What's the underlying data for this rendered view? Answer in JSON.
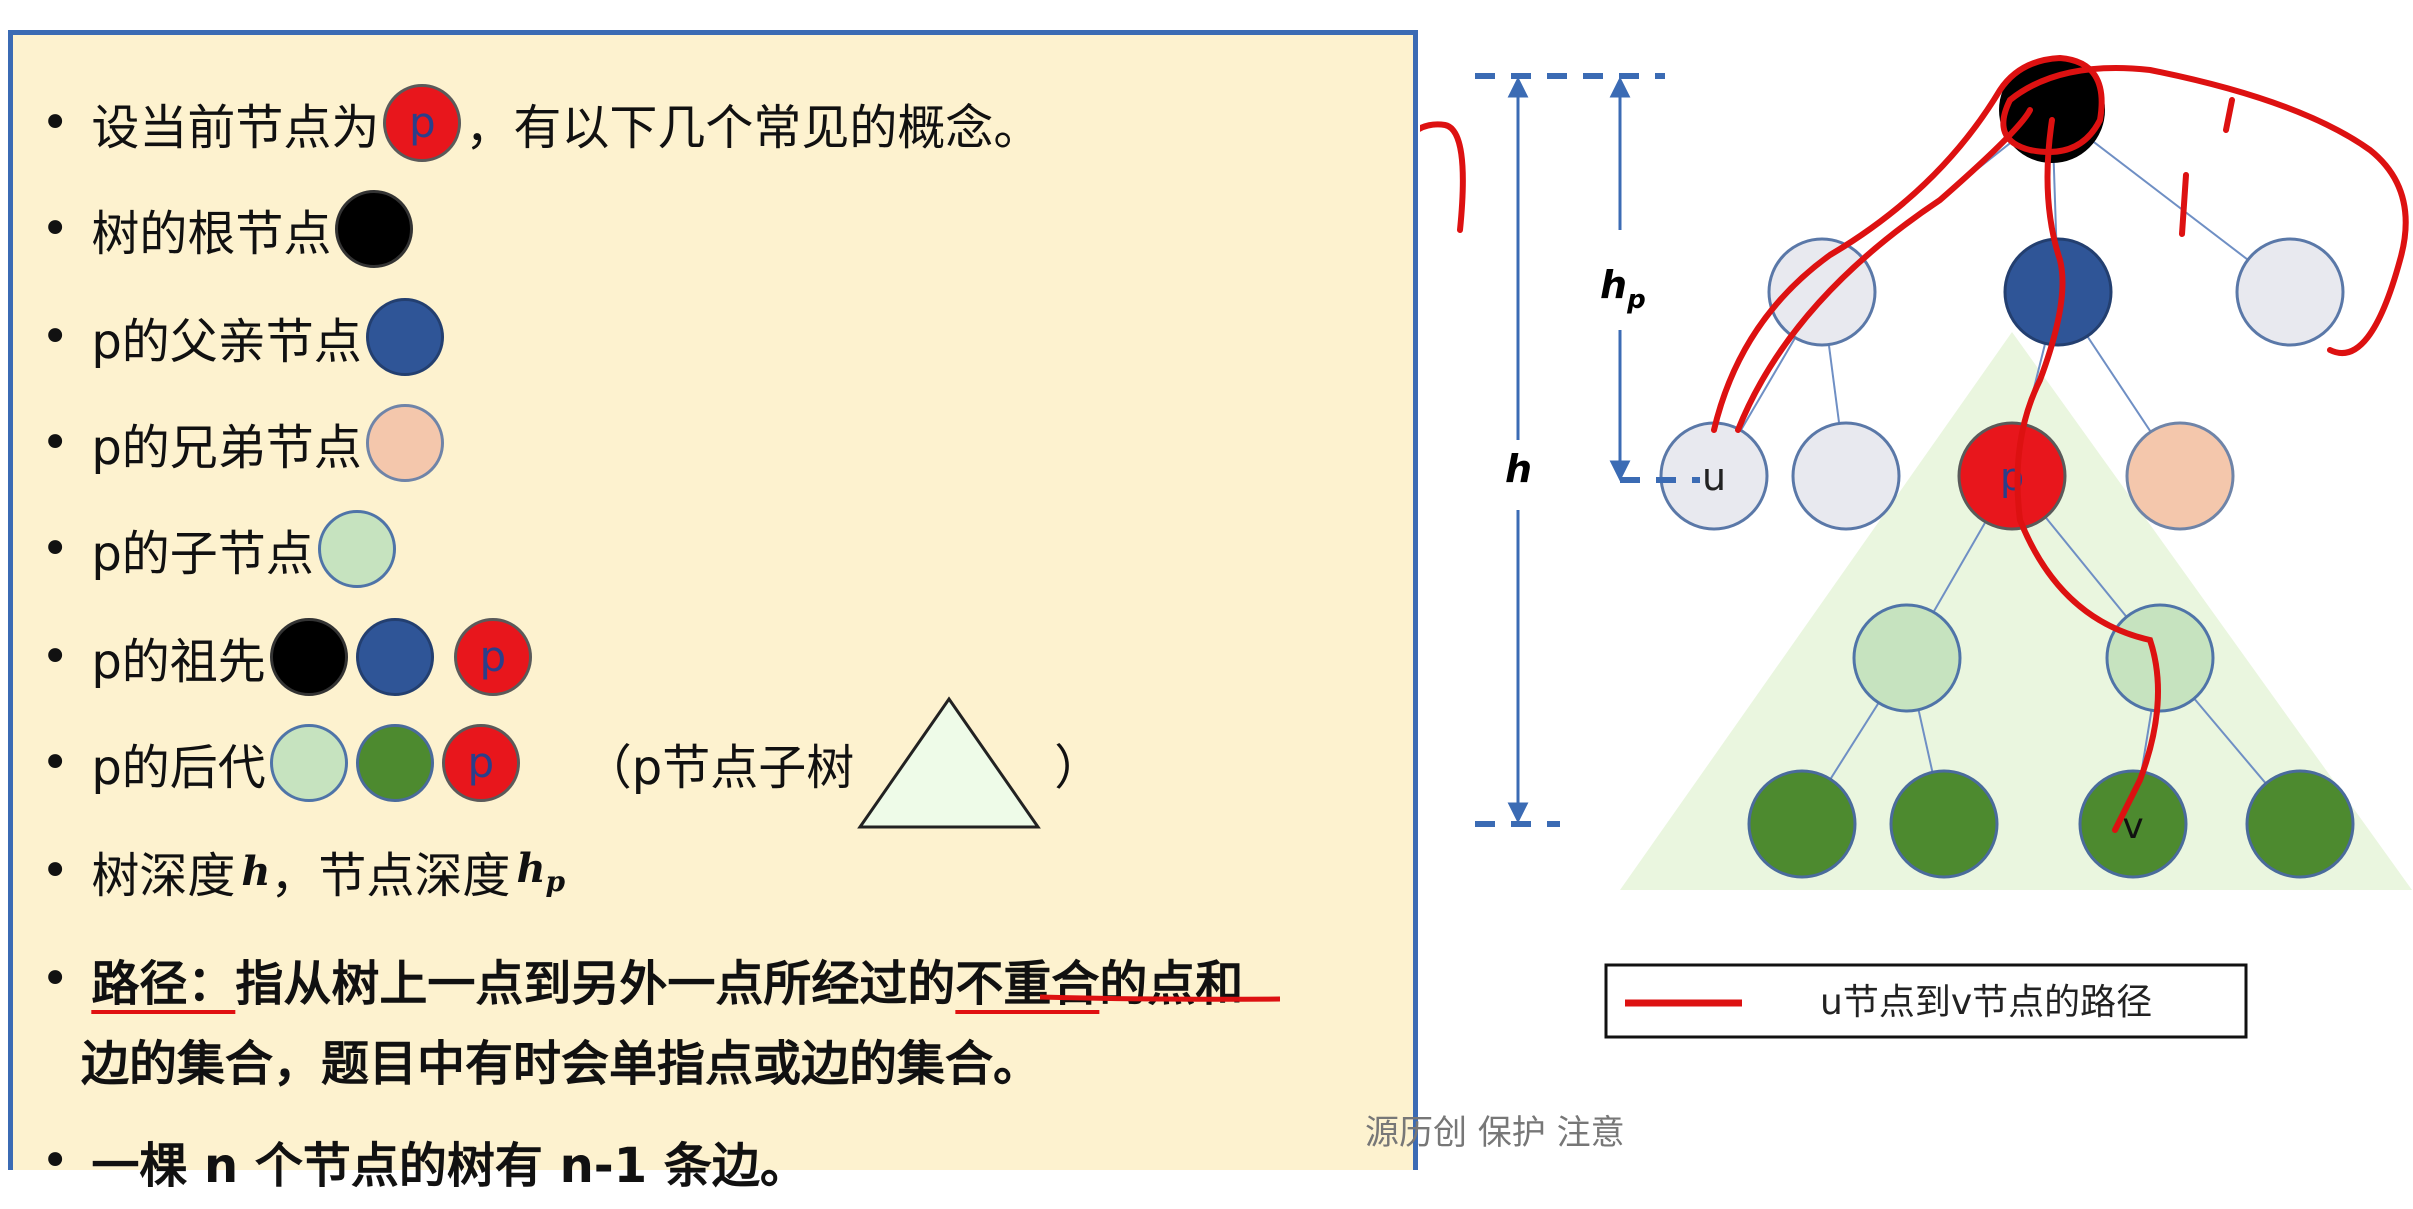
{
  "bullets": {
    "b1_pre": "设当前节点为",
    "b1_post": "，有以下几个常见的概念。",
    "b2": "树的根节点",
    "b3": "p的父亲节点",
    "b4": "p的兄弟节点",
    "b5": "p的子节点",
    "b6": "p的祖先",
    "b7": "p的后代",
    "b7_sub_open": "（p节点子树",
    "b7_sub_close": "）",
    "b8_a": "树深度",
    "b8_b": "，节点深度",
    "b9_title": "路径：",
    "b9_mid": "指从树上一点到另外一点所经过的",
    "b9_emph": "不重合",
    "b9_tail": "的点和",
    "b9_line2": "边的集合，题目中有时会单指点或边的集合。",
    "b10": "一棵 n 个节点的树有 n-1 条边。"
  },
  "symbols": {
    "p": "p",
    "h": "h",
    "hp_base": "h",
    "hp_sub": "p"
  },
  "caption_text": "源历创   保护   注意",
  "diagram": {
    "label_h": "h",
    "label_hp_base": "h",
    "label_hp_sub": "p",
    "node_u": "u",
    "node_p": "p",
    "node_v": "v",
    "legend": "u节点到v节点的路径"
  },
  "colors": {
    "panel_bg": "#fdf2cf",
    "panel_border": "#3b6bb4",
    "red": "#e8161c",
    "blue": "#2f5597",
    "peach": "#f4c7ac",
    "light_green": "#c6e3bf",
    "dark_green": "#4d8a2f",
    "light_gray": "#e8e9ef",
    "path_red": "#dd1111"
  }
}
